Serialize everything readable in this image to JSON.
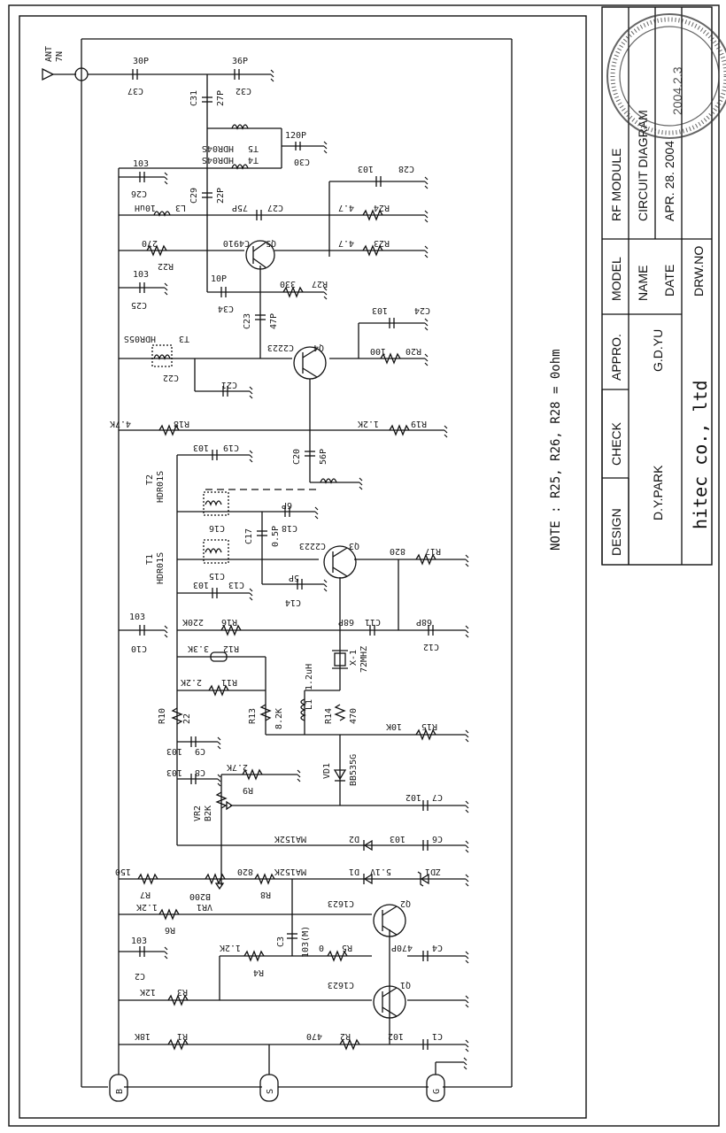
{
  "title_block": {
    "headers": [
      "DESIGN",
      "CHECK",
      "APPRO.",
      "MODEL",
      "NAME",
      "DATE",
      "DRW.NO"
    ],
    "designer": "D.Y.PARK",
    "approver": "G.D.YU",
    "model": "RF MODULE",
    "name": "CIRCUIT DIAGRAM",
    "date": "APR. 28. 2004",
    "company": "hitec co., ltd",
    "stamp_text": "2004.2.3"
  },
  "note": "NOTE : R25, R26, R28 = 0ohm",
  "antenna": {
    "label": "ANT",
    "sub": "7N"
  },
  "connectors": [
    "B",
    "S",
    "G"
  ],
  "components": [
    {
      "ref": "C37",
      "value": "30P"
    },
    {
      "ref": "C32",
      "value": "36P"
    },
    {
      "ref": "C31",
      "value": "27P"
    },
    {
      "ref": "T5",
      "value": "HDR04S"
    },
    {
      "ref": "C30",
      "value": "120P"
    },
    {
      "ref": "T4",
      "value": "HDR04S"
    },
    {
      "ref": "C26",
      "value": "103"
    },
    {
      "ref": "C29",
      "value": "22P"
    },
    {
      "ref": "C28",
      "value": "103"
    },
    {
      "ref": "L3",
      "value": "10uH"
    },
    {
      "ref": "C27",
      "value": "75P"
    },
    {
      "ref": "R24",
      "value": "4.7"
    },
    {
      "ref": "R22",
      "value": "270"
    },
    {
      "ref": "Q5",
      "value": "C4910"
    },
    {
      "ref": "R23",
      "value": "4.7"
    },
    {
      "ref": "C25",
      "value": "103"
    },
    {
      "ref": "C34",
      "value": "10P"
    },
    {
      "ref": "R27",
      "value": "330"
    },
    {
      "ref": "T3",
      "value": "HDR05S"
    },
    {
      "ref": "C23",
      "value": "47P"
    },
    {
      "ref": "C24",
      "value": "103"
    },
    {
      "ref": "Q4",
      "value": "C2223"
    },
    {
      "ref": "R20",
      "value": "100"
    },
    {
      "ref": "C22",
      "value": ""
    },
    {
      "ref": "C21",
      "value": ""
    },
    {
      "ref": "R18",
      "value": "4.7K"
    },
    {
      "ref": "R19",
      "value": "1.2K"
    },
    {
      "ref": "C20",
      "value": "56P"
    },
    {
      "ref": "C19",
      "value": "103"
    },
    {
      "ref": "T2",
      "value": "HDR01S"
    },
    {
      "ref": "C16",
      "value": ""
    },
    {
      "ref": "C18",
      "value": "6P"
    },
    {
      "ref": "C17",
      "value": "0.5P"
    },
    {
      "ref": "T1",
      "value": "HDR01S"
    },
    {
      "ref": "C15",
      "value": ""
    },
    {
      "ref": "Q3",
      "value": "C2223"
    },
    {
      "ref": "R17",
      "value": "820"
    },
    {
      "ref": "C13",
      "value": "103"
    },
    {
      "ref": "C14",
      "value": "5P"
    },
    {
      "ref": "C10",
      "value": "103"
    },
    {
      "ref": "R16",
      "value": "220K"
    },
    {
      "ref": "C11",
      "value": "68P"
    },
    {
      "ref": "C12",
      "value": "68P"
    },
    {
      "ref": "R12",
      "value": "3.3K"
    },
    {
      "ref": "X-1",
      "value": "72MHZ"
    },
    {
      "ref": "R11",
      "value": "2.2K"
    },
    {
      "ref": "L1",
      "value": "1.2uH"
    },
    {
      "ref": "R10",
      "value": "22"
    },
    {
      "ref": "R13",
      "value": "8.2K"
    },
    {
      "ref": "R14",
      "value": "470"
    },
    {
      "ref": "R15",
      "value": "10K"
    },
    {
      "ref": "C9",
      "value": "103"
    },
    {
      "ref": "C8",
      "value": "103"
    },
    {
      "ref": "R9",
      "value": "2.7K"
    },
    {
      "ref": "VD1",
      "value": "BB535G"
    },
    {
      "ref": "VR2",
      "value": "B2K"
    },
    {
      "ref": "C7",
      "value": "102"
    },
    {
      "ref": "D2",
      "value": "MA152K"
    },
    {
      "ref": "C6",
      "value": "103"
    },
    {
      "ref": "R7",
      "value": "150"
    },
    {
      "ref": "R8",
      "value": "820"
    },
    {
      "ref": "D1",
      "value": "MA152K"
    },
    {
      "ref": "ZD1",
      "value": "5.1V"
    },
    {
      "ref": "VR1",
      "value": "B200"
    },
    {
      "ref": "R6",
      "value": "1.2K"
    },
    {
      "ref": "Q2",
      "value": "C1623"
    },
    {
      "ref": "C3",
      "value": "103(M)"
    },
    {
      "ref": "C2",
      "value": "103"
    },
    {
      "ref": "R4",
      "value": "1.2K"
    },
    {
      "ref": "R5",
      "value": "0"
    },
    {
      "ref": "C4",
      "value": "470P"
    },
    {
      "ref": "R3",
      "value": "12K"
    },
    {
      "ref": "Q1",
      "value": "C1623"
    },
    {
      "ref": "R1",
      "value": "18K"
    },
    {
      "ref": "R2",
      "value": "470"
    },
    {
      "ref": "C1",
      "value": "102"
    }
  ]
}
